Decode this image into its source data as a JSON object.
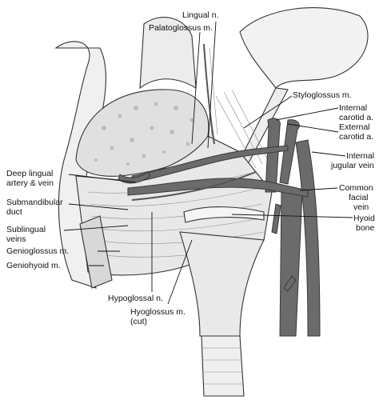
{
  "labels": {
    "lingual_n": "Lingual n.",
    "palatoglossus": "Palatoglossus m.",
    "styloglossus": "Styloglossus m.",
    "internal_carotid_1": "Internal",
    "internal_carotid_2": "carotid a.",
    "external_carotid_1": "External",
    "external_carotid_2": "carotid a.",
    "internal_jugular_1": "Internal",
    "internal_jugular_2": "jugular vein",
    "common_facial_1": "Common",
    "common_facial_2": "facial",
    "common_facial_3": "vein",
    "hyoid_1": "Hyoid",
    "hyoid_2": "bone",
    "deep_lingual_1": "Deep lingual",
    "deep_lingual_2": "artery & vein",
    "submandibular_1": "Submandibular",
    "submandibular_2": "duct",
    "sublingual_1": "Sublingual",
    "sublingual_2": "veins",
    "genioglossus": "Genioglossus m.",
    "geniohyoid": "Geniohyoid m.",
    "hypoglossal": "Hypoglossal n.",
    "hyoglossus_1": "Hyoglossus m.",
    "hyoglossus_2": "(cut)"
  },
  "colors": {
    "vessel": "#6b6b6b",
    "tissue": "#e6e6e6",
    "line": "#111111"
  }
}
